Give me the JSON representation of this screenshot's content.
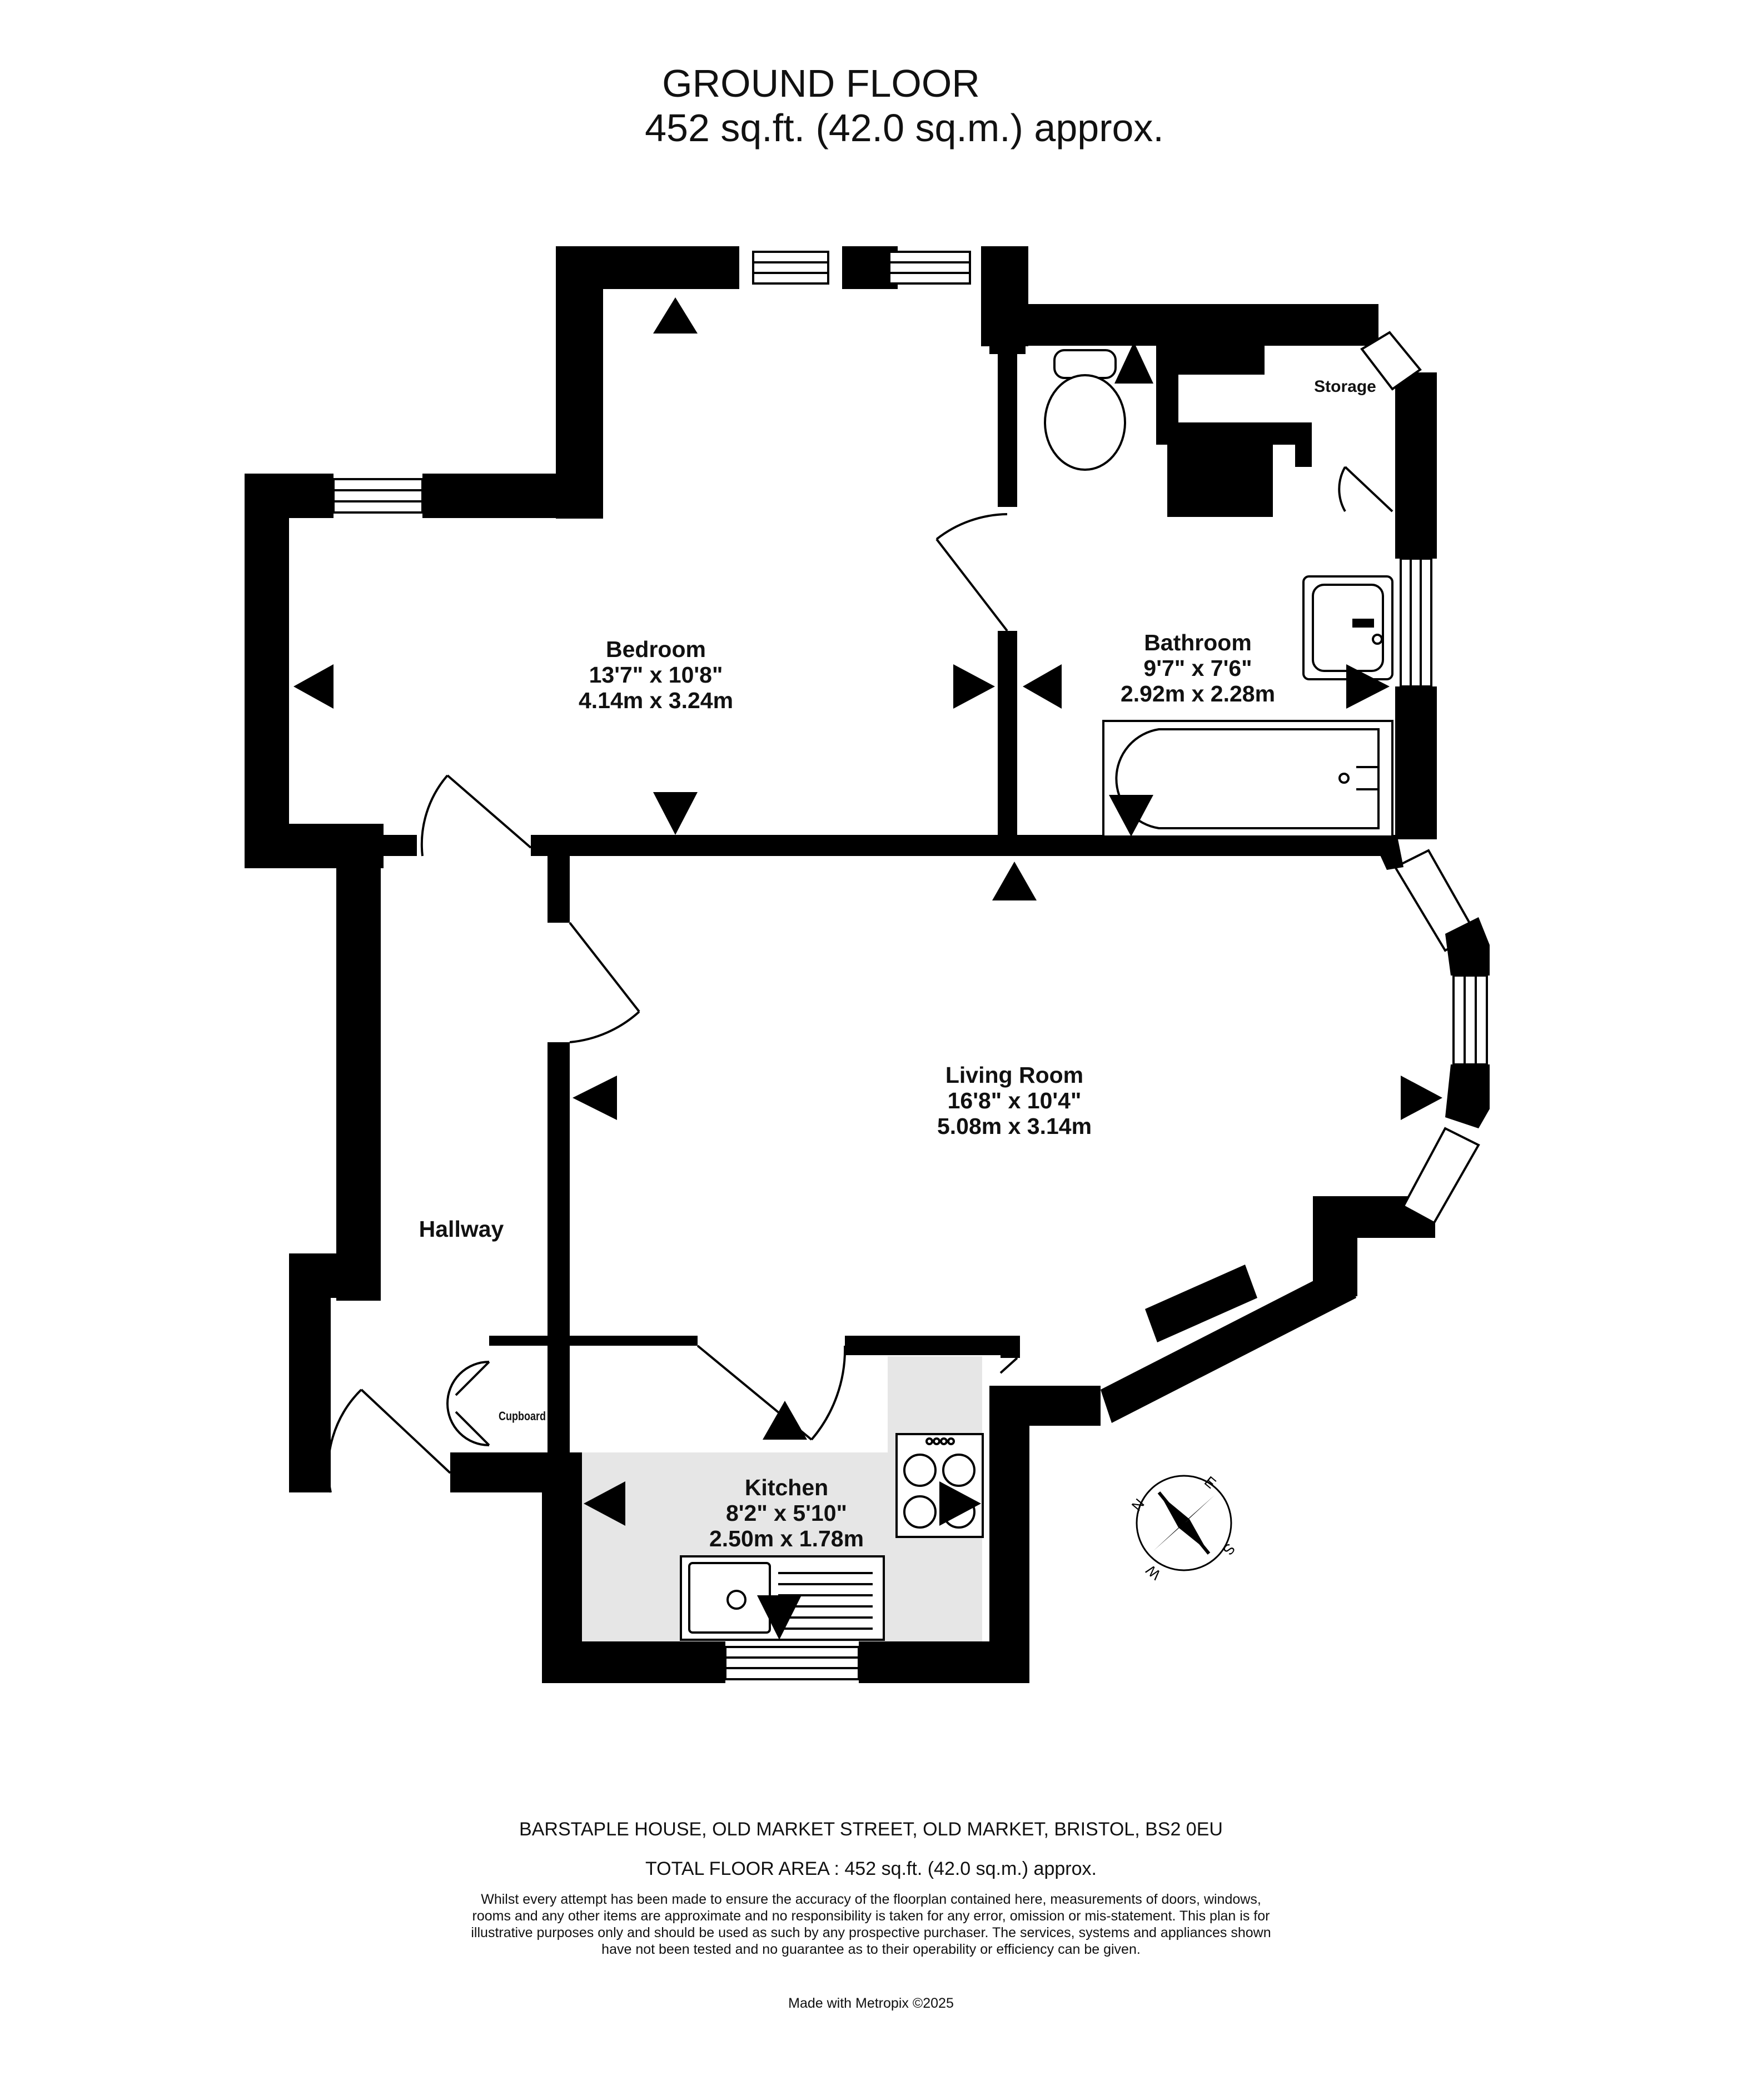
{
  "header": {
    "title": "GROUND FLOOR",
    "subtitle": "452 sq.ft. (42.0 sq.m.) approx."
  },
  "rooms": {
    "bedroom": {
      "name": "Bedroom",
      "imperial": "13'7\"  x 10'8\"",
      "metric": "4.14m  x 3.24m"
    },
    "bathroom": {
      "name": "Bathroom",
      "imperial": "9'7\"  x 7'6\"",
      "metric": "2.92m  x 2.28m"
    },
    "living": {
      "name": "Living Room",
      "imperial": "16'8\"  x 10'4\"",
      "metric": "5.08m  x 3.14m"
    },
    "kitchen": {
      "name": "Kitchen",
      "imperial": "8'2\"  x 5'10\"",
      "metric": "2.50m  x 1.78m"
    },
    "hallway": {
      "name": "Hallway"
    },
    "storage": {
      "name": "Storage"
    },
    "cupboard": {
      "name": "Cupboard"
    }
  },
  "compass": {
    "n": "N",
    "e": "E",
    "s": "S",
    "w": "W"
  },
  "footer": {
    "address": "BARSTAPLE HOUSE, OLD MARKET STREET, OLD MARKET, BRISTOL, BS2 0EU",
    "total_area": "TOTAL FLOOR AREA : 452 sq.ft. (42.0 sq.m.) approx.",
    "disclaimer": "Whilst every attempt has been made to ensure the accuracy of the floorplan contained here, measurements of doors, windows, rooms and any other items are approximate and no responsibility is taken for any error, omission or mis-statement. This plan is for illustrative purposes only and should be used as such by any prospective purchaser. The services, systems and appliances shown have not been tested and no guarantee as to their operability or efficiency can be given.",
    "made_with": "Made with Metropix ©2025"
  },
  "colors": {
    "wall": "#000000",
    "kitchen_floor": "#e6e6e6",
    "background": "#ffffff"
  }
}
